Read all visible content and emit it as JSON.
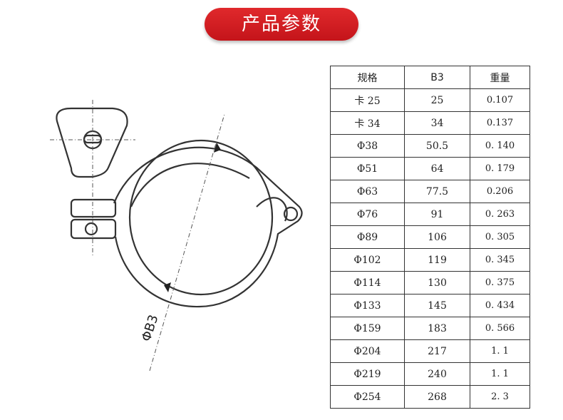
{
  "title": "产品参数",
  "drawing": {
    "dimension_label": "ΦB3"
  },
  "table": {
    "headers": [
      "规格",
      "B3",
      "重量"
    ],
    "rows": [
      [
        "卡 25",
        "25",
        "0.107"
      ],
      [
        "卡 34",
        "34",
        "0.137"
      ],
      [
        "Φ38",
        "50.5",
        "0. 140"
      ],
      [
        "Φ51",
        "64",
        "0. 179"
      ],
      [
        "Φ63",
        "77.5",
        "0.206"
      ],
      [
        "Φ76",
        "91",
        "0. 263"
      ],
      [
        "Φ89",
        "106",
        "0. 305"
      ],
      [
        "Φ102",
        "119",
        "0. 345"
      ],
      [
        "Φ114",
        "130",
        "0. 375"
      ],
      [
        "Φ133",
        "145",
        "0. 434"
      ],
      [
        "Φ159",
        "183",
        "0. 566"
      ],
      [
        "Φ204",
        "217",
        "1. 1"
      ],
      [
        "Φ219",
        "240",
        "1. 1"
      ],
      [
        "Φ254",
        "268",
        "2. 3"
      ]
    ]
  }
}
